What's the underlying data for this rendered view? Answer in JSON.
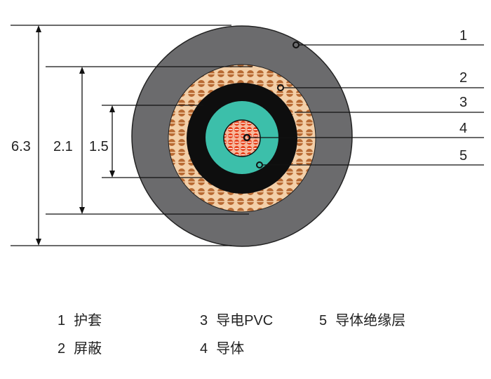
{
  "dimensions": {
    "outer": "6.3",
    "shield": "2.1",
    "insulation": "1.5"
  },
  "callouts": [
    "1",
    "2",
    "3",
    "4",
    "5"
  ],
  "legend": [
    {
      "num": "1",
      "label": "护套"
    },
    {
      "num": "2",
      "label": "屏蔽"
    },
    {
      "num": "3",
      "label": "导电PVC"
    },
    {
      "num": "4",
      "label": "导体"
    },
    {
      "num": "5",
      "label": "导体绝缘层"
    }
  ],
  "colors": {
    "sheath": "#6b6b6d",
    "shield": "#f1c9a0",
    "shield_strand": "#b5652e",
    "conductive_pvc": "#0e0e0e",
    "insulation": "#3cbfaa",
    "conductor": "#e8451f"
  }
}
